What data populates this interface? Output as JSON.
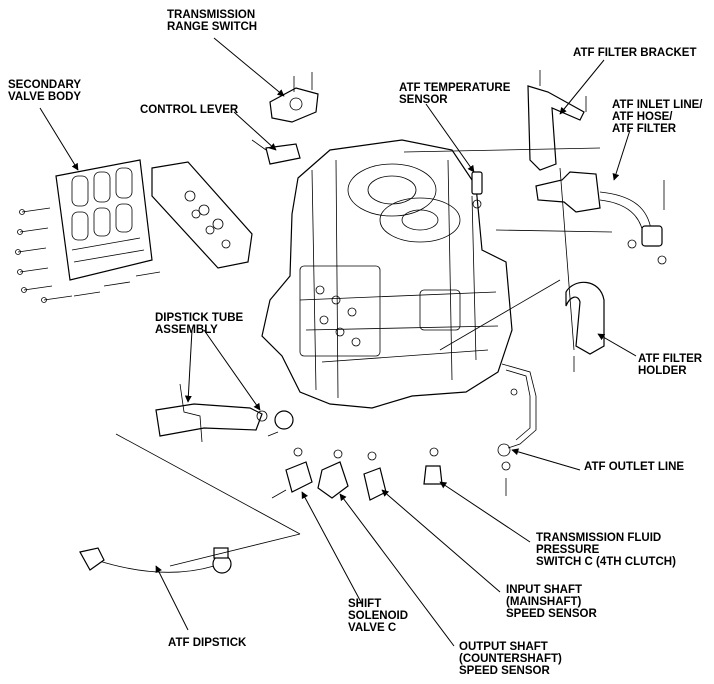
{
  "callouts": {
    "transmission_range_switch": [
      "TRANSMISSION",
      "RANGE SWITCH"
    ],
    "secondary_valve_body": [
      "SECONDARY",
      "VALVE BODY"
    ],
    "control_lever": [
      "CONTROL LEVER"
    ],
    "atf_temperature_sensor": [
      "ATF TEMPERATURE",
      "SENSOR"
    ],
    "atf_filter_bracket": [
      "ATF FILTER BRACKET"
    ],
    "atf_inlet_line": [
      "ATF INLET LINE/",
      "ATF HOSE/",
      "ATF FILTER"
    ],
    "dipstick_tube_assembly": [
      "DIPSTICK TUBE",
      "ASSEMBLY"
    ],
    "atf_filter_holder": [
      "ATF FILTER",
      "HOLDER"
    ],
    "atf_outlet_line": [
      "ATF OUTLET LINE"
    ],
    "transmission_fluid_pressure_switch": [
      "TRANSMISSION FLUID",
      "PRESSURE",
      "SWITCH C (4TH CLUTCH)"
    ],
    "input_shaft_speed_sensor": [
      "INPUT SHAFT",
      "(MAINSHAFT)",
      "SPEED SENSOR"
    ],
    "shift_solenoid_valve_c": [
      "SHIFT",
      "SOLENOID",
      "VALVE C"
    ],
    "atf_dipstick": [
      "ATF DIPSTICK"
    ],
    "output_shaft_speed_sensor": [
      "OUTPUT SHAFT",
      "(COUNTERSHAFT)",
      "SPEED SENSOR"
    ]
  }
}
